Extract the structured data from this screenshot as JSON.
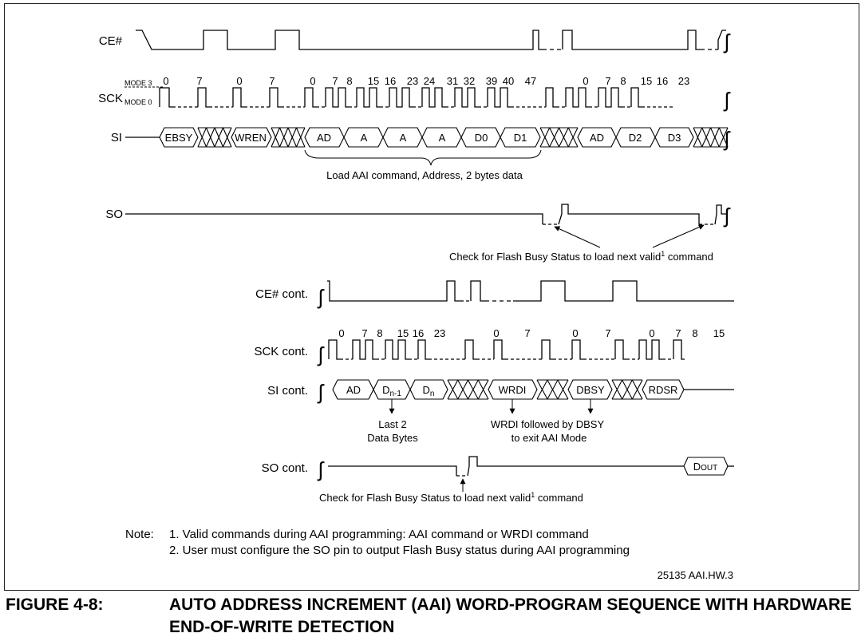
{
  "signals": {
    "ce": "CE#",
    "sck": "SCK",
    "si": "SI",
    "so": "SO",
    "ce_cont": "CE# cont.",
    "sck_cont": "SCK cont.",
    "si_cont": "SI cont.",
    "so_cont": "SO cont."
  },
  "modes": {
    "mode3": "MODE 3",
    "mode0": "MODE 0"
  },
  "sck_counts": [
    "0",
    "7",
    "0",
    "7",
    "0",
    "7",
    "8",
    "15",
    "16",
    "23",
    "24",
    "31",
    "32",
    "39",
    "40",
    "47",
    "0",
    "7",
    "8",
    "15",
    "16",
    "23"
  ],
  "sck_cont_counts": [
    "0",
    "7",
    "8",
    "15",
    "16",
    "23",
    "0",
    "7",
    "0",
    "7",
    "0",
    "7",
    "8",
    "15"
  ],
  "si_boxes": [
    "EBSY",
    "WREN",
    "AD",
    "A",
    "A",
    "A",
    "D0",
    "D1",
    "AD",
    "D2",
    "D3"
  ],
  "si_cont_boxes": {
    "ad": "AD",
    "dn1_main": "D",
    "dn1_sub": "n-1",
    "dn_main": "D",
    "dn_sub": "n",
    "wrdi": "WRDI",
    "dbsy": "DBSY",
    "rdsr": "RDSR"
  },
  "dout": {
    "main": "D",
    "rest": "OUT"
  },
  "annotations": {
    "load_aai": "Load AAI command, Address, 2 bytes data",
    "check_busy_pre": "Check for Flash Busy Status to load next valid",
    "check_busy_sup": "1",
    "check_busy_post": " command",
    "last2_line1": "Last 2",
    "last2_line2": "Data Bytes",
    "wrdi_line1": "WRDI  followed by DBSY",
    "wrdi_line2": "to exit AAI Mode"
  },
  "notes": {
    "label": "Note:",
    "n1": "1. Valid commands during AAI programming: AAI command or WRDI command",
    "n2": "2. User must configure the SO pin to output Flash Busy status during AAI programming"
  },
  "ref": "25135 AAI.HW.3",
  "figure": {
    "number": "FIGURE 4-8:",
    "title": "AUTO ADDRESS INCREMENT (AAI) WORD-PROGRAM SEQUENCE WITH HARDWARE END-OF-WRITE DETECTION"
  }
}
